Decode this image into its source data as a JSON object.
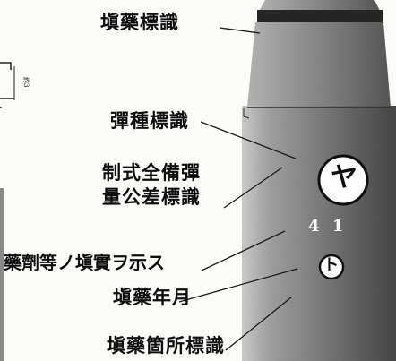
{
  "labels": {
    "tamp_mark": "塡藥標識",
    "shell_type_mark": "彈種標識",
    "standard_line1": "制式全備彈",
    "standard_line2": "量公差標識",
    "propellant_note": "藥劑等ノ塡實ヲ示ス",
    "tamp_date": "塡藥年月",
    "tamp_location": "塡藥箇所標識"
  },
  "shell_markings": {
    "circle_kana": "ヤ",
    "number": "4 1",
    "small_circle_kana": "ト"
  },
  "side_note": "約3"
}
